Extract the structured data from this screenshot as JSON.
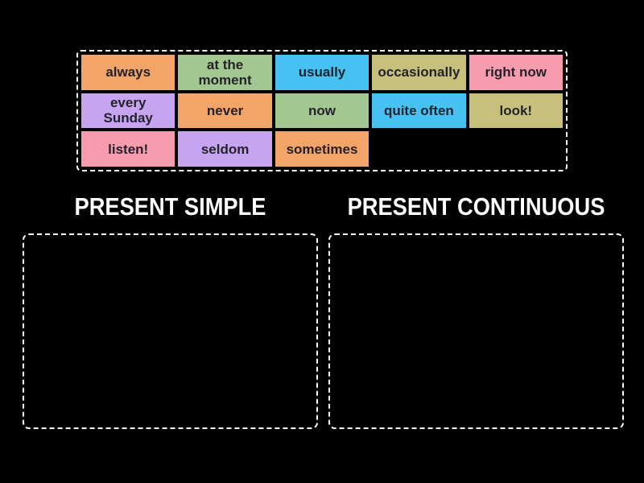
{
  "colors": {
    "background": "#000000",
    "border": "#ffffff",
    "header_text": "#ffffff",
    "tile_text": "#24222a",
    "palette": {
      "orange": "#f2a469",
      "green": "#a3c791",
      "blue": "#47c1f2",
      "olive": "#c6c07c",
      "pink": "#f79cae",
      "purple": "#c7a4f0"
    }
  },
  "tray": {
    "tiles": [
      {
        "label": "always",
        "color": "orange"
      },
      {
        "label": "at the\nmoment",
        "color": "green"
      },
      {
        "label": "usually",
        "color": "blue"
      },
      {
        "label": "occasionally",
        "color": "olive"
      },
      {
        "label": "right now",
        "color": "pink"
      },
      {
        "label": "every\nSunday",
        "color": "purple"
      },
      {
        "label": "never",
        "color": "orange"
      },
      {
        "label": "now",
        "color": "green"
      },
      {
        "label": "quite often",
        "color": "blue"
      },
      {
        "label": "look!",
        "color": "olive"
      },
      {
        "label": "listen!",
        "color": "pink"
      },
      {
        "label": "seldom",
        "color": "purple"
      },
      {
        "label": "sometimes",
        "color": "orange"
      }
    ]
  },
  "categories": [
    {
      "label": "PRESENT SIMPLE"
    },
    {
      "label": "PRESENT CONTINUOUS"
    }
  ]
}
